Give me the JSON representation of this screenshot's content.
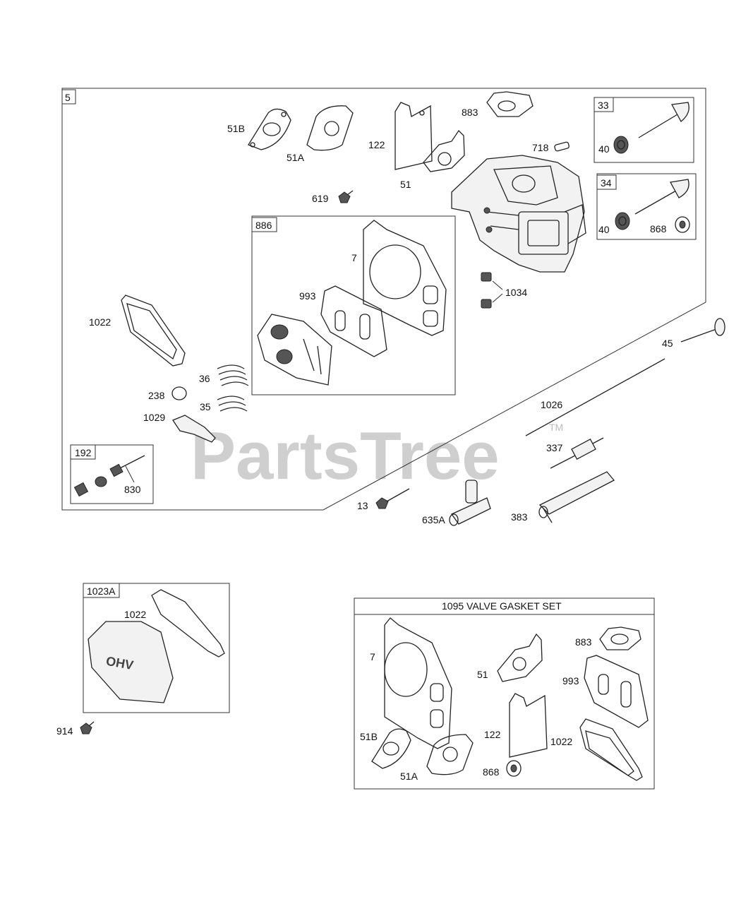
{
  "watermark": {
    "text": "PartsTree",
    "tm": "TM"
  },
  "main_group": {
    "box_label": "5"
  },
  "sub_boxes": {
    "b886": "886",
    "b33": "33",
    "b34": "34",
    "b192": "192",
    "b1023A": "1023A"
  },
  "kit": {
    "title": "1095 VALVE GASKET SET"
  },
  "labels": {
    "p51B": "51B",
    "p51A": "51A",
    "p122": "122",
    "p883": "883",
    "p718": "718",
    "p51": "51",
    "p619": "619",
    "p40a": "40",
    "p40b": "40",
    "p868": "868",
    "p7": "7",
    "p993": "993",
    "p1034": "1034",
    "p1022": "1022",
    "p36": "36",
    "p238": "238",
    "p35": "35",
    "p1029": "1029",
    "p45": "45",
    "p1026": "1026",
    "p337": "337",
    "p830": "830",
    "p13": "13",
    "p635A": "635A",
    "p383": "383",
    "p1022b": "1022",
    "p914": "914",
    "k7": "7",
    "k51": "51",
    "k883": "883",
    "k993": "993",
    "k51B": "51B",
    "k51A": "51A",
    "k122": "122",
    "k1022": "1022",
    "k868": "868"
  }
}
